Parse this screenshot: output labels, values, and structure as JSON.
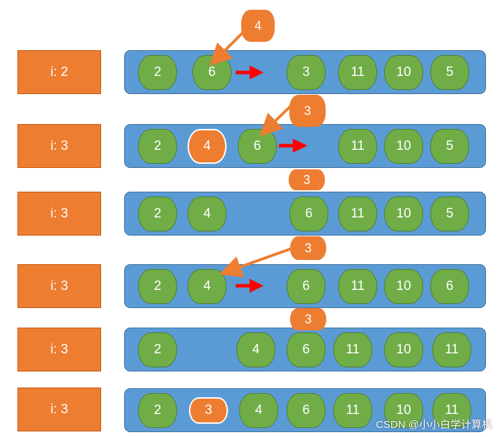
{
  "rows": [
    {
      "label": "i: 2",
      "items": [
        "2",
        "6",
        "",
        "3",
        "11",
        "10",
        "5"
      ]
    },
    {
      "label": "i: 3",
      "items": [
        "2",
        "4",
        "6",
        "",
        "11",
        "10",
        "5"
      ]
    },
    {
      "label": "i: 3",
      "items": [
        "2",
        "4",
        "",
        "6",
        "11",
        "10",
        "5"
      ]
    },
    {
      "label": "i: 3",
      "items": [
        "2",
        "4",
        "",
        "6",
        "11",
        "10",
        "6"
      ]
    },
    {
      "label": "i: 3",
      "items": [
        "2",
        "",
        "4",
        "6",
        "11",
        "10",
        "11"
      ]
    },
    {
      "label": "i: 3",
      "items": [
        "2",
        "3",
        "4",
        "6",
        "11",
        "10",
        "11"
      ]
    }
  ],
  "tags": [
    "4",
    "3",
    "3",
    "3",
    "3"
  ],
  "watermark": "CSDN @小小白学计算机",
  "colors": {
    "orange": "#ED7D31",
    "green": "#70AD47",
    "blue": "#5B9BD5",
    "red_arrow": "#FF0000"
  }
}
